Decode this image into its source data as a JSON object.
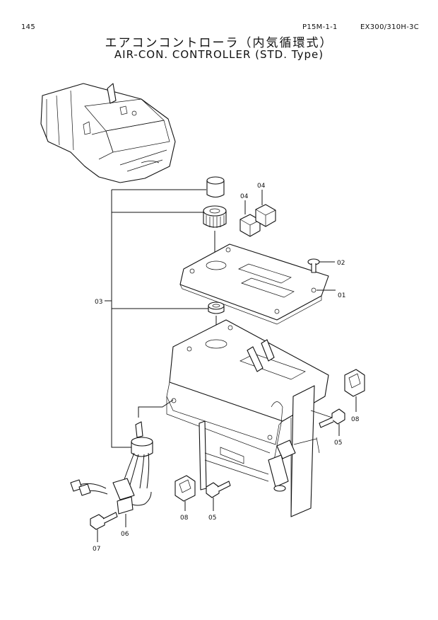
{
  "header": {
    "page_number": "145",
    "doc_code": "P15M-1-1",
    "model": "EX300/310H-3C"
  },
  "title": {
    "japanese": "エアコンコントローラ（内気循環式）",
    "english": "AIR-CON. CONTROLLER (STD. Type)"
  },
  "callouts": {
    "c01": "01",
    "c02": "02",
    "c03": "03",
    "c04a": "04",
    "c04b": "04",
    "c05a": "05",
    "c05b": "05",
    "c06": "06",
    "c07": "07",
    "c08a": "08",
    "c08b": "08"
  }
}
